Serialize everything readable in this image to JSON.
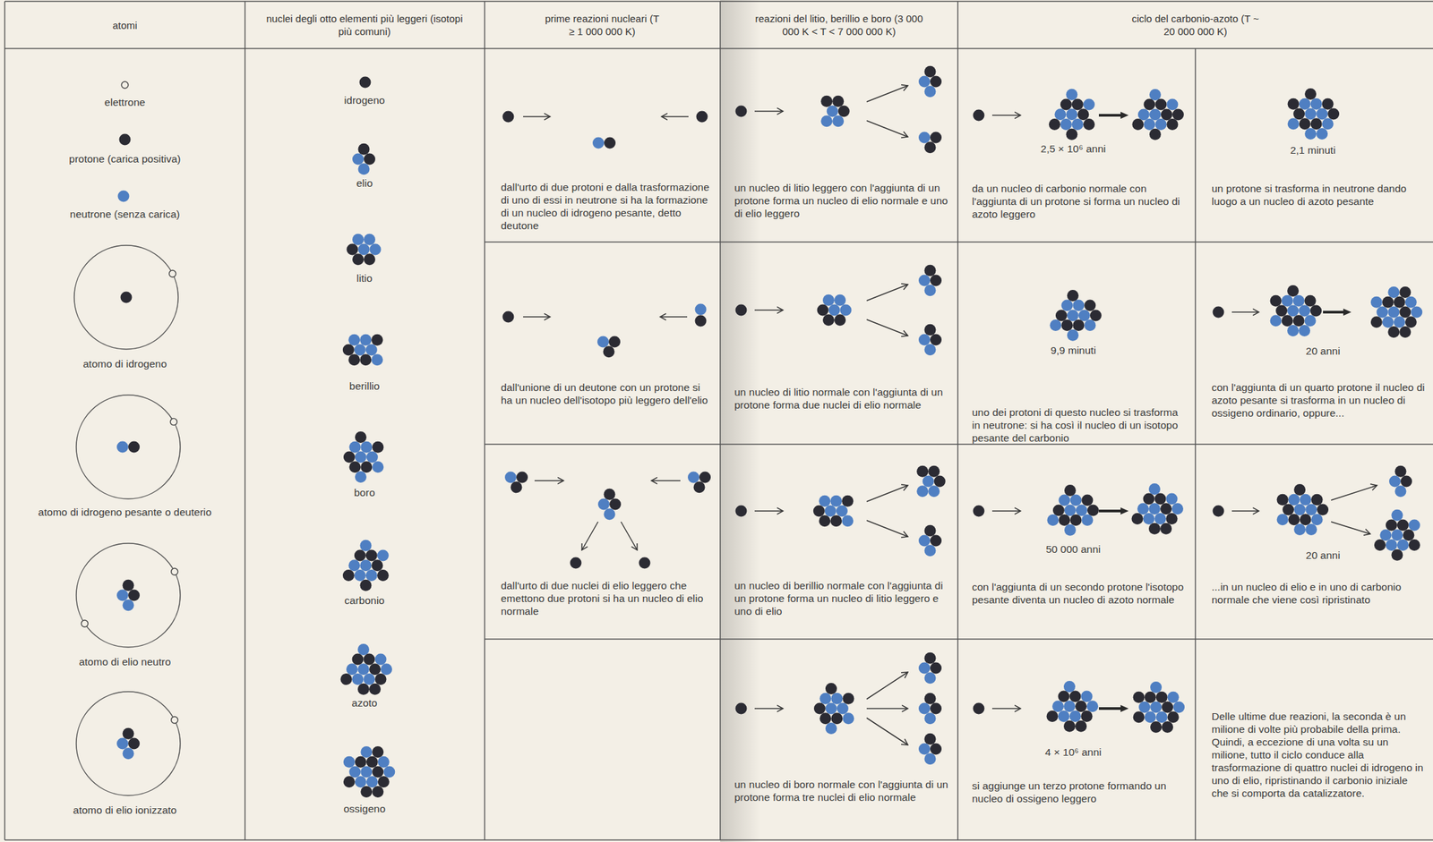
{
  "diagram": {
    "labels": [
      "atomi",
      "nuclei degli otto elementi più leggeri (isotopi più comuni)",
      "prime reazioni nucleari (T ≥ 1 000 000 K)",
      "reazioni del litio, berillio e boro (3 000 000 K < T < 7 000 000 K)",
      "ciclo del carbonio-azoto (T ~ 20 000 000 K)",
      "elettrone",
      "protone (carica positiva)",
      "neutrone (senza carica)",
      "atomo di idrogeno",
      "atomo di idrogeno pesante o deuterio",
      "atomo di elio neutro",
      "atomo di elio ionizzato",
      "idrogeno",
      "elio",
      "litio",
      "berillio",
      "boro",
      "carbonio",
      "azoto",
      "ossigeno",
      "dall'urto di due protoni e dalla trasformazione di uno di essi in neutrone si ha la formazione di un nucleo di idrogeno pesante, detto deutone",
      "dall'unione di un deutone con un protone si ha un nucleo dell'isotopo più leggero dell'elio",
      "dall'urto di due nuclei di elio leggero che emettono due protoni si ha un nucleo di elio normale",
      "un nucleo di litio leggero con l'aggiunta di un protone forma un nucleo di elio normale e uno di elio leggero",
      "un nucleo di litio normale con l'aggiunta di un protone forma due nuclei di elio normale",
      "un nucleo di berillio normale con l'aggiunta di un protone forma un nucleo di litio leggero e uno di elio",
      "un nucleo di boro normale con l'aggiunta di un protone forma tre nuclei di elio normale",
      "2,5 × 10⁶ anni",
      "da un nucleo di carbonio normale con l'aggiunta di un protone si forma un nucleo di azoto leggero",
      "9,9 minuti",
      "uno dei protoni di questo nucleo si trasforma in neutrone: si ha così il nucleo di un isotopo pesante del carbonio",
      "50 000 anni",
      "con l'aggiunta di un secondo protone l'isotopo pesante diventa un nucleo di azoto normale",
      "4 × 10⁶ anni",
      "si aggiunge un terzo protone formando un nucleo di ossigeno leggero",
      "2,1 minuti",
      "un protone si trasforma in neutrone dando luogo a un nucleo di azoto pesante",
      "20 anni",
      "con l'aggiunta di un quarto protone il nucleo di azoto pesante si trasforma in un nucleo di ossigeno ordinario, oppure...",
      "20 anni",
      "...in un nucleo di elio e in uno di carbonio normale che viene così ripristinato",
      "Delle ultime due reazioni, la seconda è un milione di volte più probabile della prima. Quindi, a eccezione di una volta su un milione, tutto il ciclo conduce alla trasformazione di quattro nuclei di idrogeno in uno di elio, ripristinando il carbonio iniziale che si comporta da catalizzatore."
    ]
  }
}
